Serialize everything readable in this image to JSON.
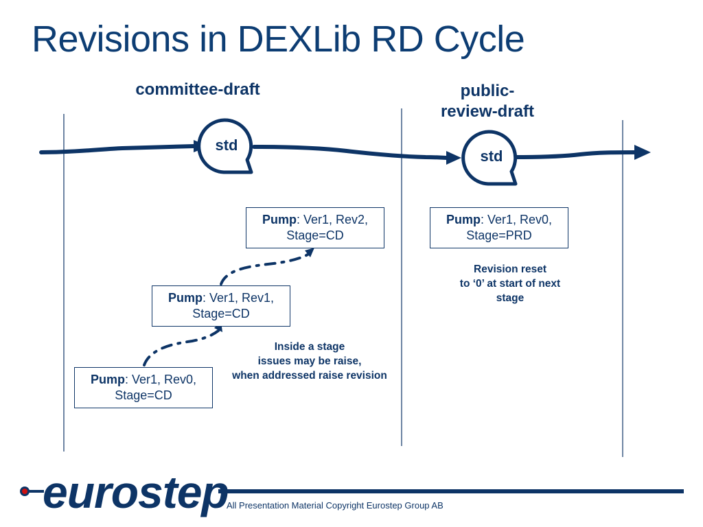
{
  "title": "Revisions in DEXLib RD Cycle",
  "stages": {
    "committee_draft": "committee-draft",
    "public_review_line1": "public-",
    "public_review_line2": "review-draft"
  },
  "std_label_1": "std",
  "std_label_2": "std",
  "boxes": [
    {
      "name": "Pump",
      "text": ": Ver1, Rev2,",
      "stage": "Stage=CD"
    },
    {
      "name": "Pump",
      "text": ": Ver1, Rev1,",
      "stage": "Stage=CD"
    },
    {
      "name": "Pump",
      "text": ": Ver1, Rev0,",
      "stage": "Stage=CD"
    },
    {
      "name": "Pump",
      "text": ": Ver1, Rev0,",
      "stage": "Stage=PRD"
    }
  ],
  "notes": {
    "inside_stage": [
      "Inside a stage",
      "issues may be raise,",
      "when addressed raise revision"
    ],
    "revision_reset": [
      "Revision reset",
      "to ‘0’ at start of next",
      "stage"
    ]
  },
  "colors": {
    "primary": "#0d3466",
    "logo_dot": "#cc1111"
  },
  "logo": {
    "text": "eurostep",
    "icon": "red-dot-icon"
  },
  "copyright": "All Presentation Material Copyright Eurostep Group AB"
}
